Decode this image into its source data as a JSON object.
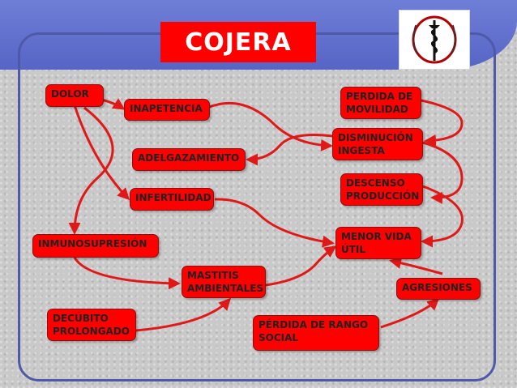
{
  "title": "COJERA",
  "colors": {
    "node_fill": "#ff0000",
    "arrow": "#e01818",
    "header": "#5f6fcf",
    "frame": "#4e5aa8"
  },
  "logo": {
    "icon": "caduceus-icon"
  },
  "nodes": {
    "dolor": {
      "line1": "DOLOR"
    },
    "inapetencia": {
      "line1": "INAPETENCIA"
    },
    "adelgazamiento": {
      "line1": "ADELGAZAMIENTO"
    },
    "infertilidad": {
      "line1": "INFERTILIDAD"
    },
    "inmunosupresion": {
      "line1": "INMUNOSUPRESIÓN"
    },
    "mastitis": {
      "line1": "MASTITIS",
      "line2": "AMBIENTALES"
    },
    "decubito": {
      "line1": "DECÚBITO",
      "line2": "PROLONGADO"
    },
    "perdida_movilidad": {
      "line1": "PERDIDA DE",
      "line2": "MOVILIDAD"
    },
    "disminucion": {
      "line1": "DISMINUCIÓN",
      "line2": "INGESTA"
    },
    "descenso": {
      "line1": "DESCENSO",
      "line2": "PRODUCCIÓN"
    },
    "menor_vida": {
      "line1": "MENOR VIDA",
      "line2": "ÚTIL"
    },
    "agresiones": {
      "line1": "AGRESIONES"
    },
    "perdida_rango": {
      "line1": "PÉRDIDA DE RANGO",
      "line2": "SOCIAL"
    }
  }
}
